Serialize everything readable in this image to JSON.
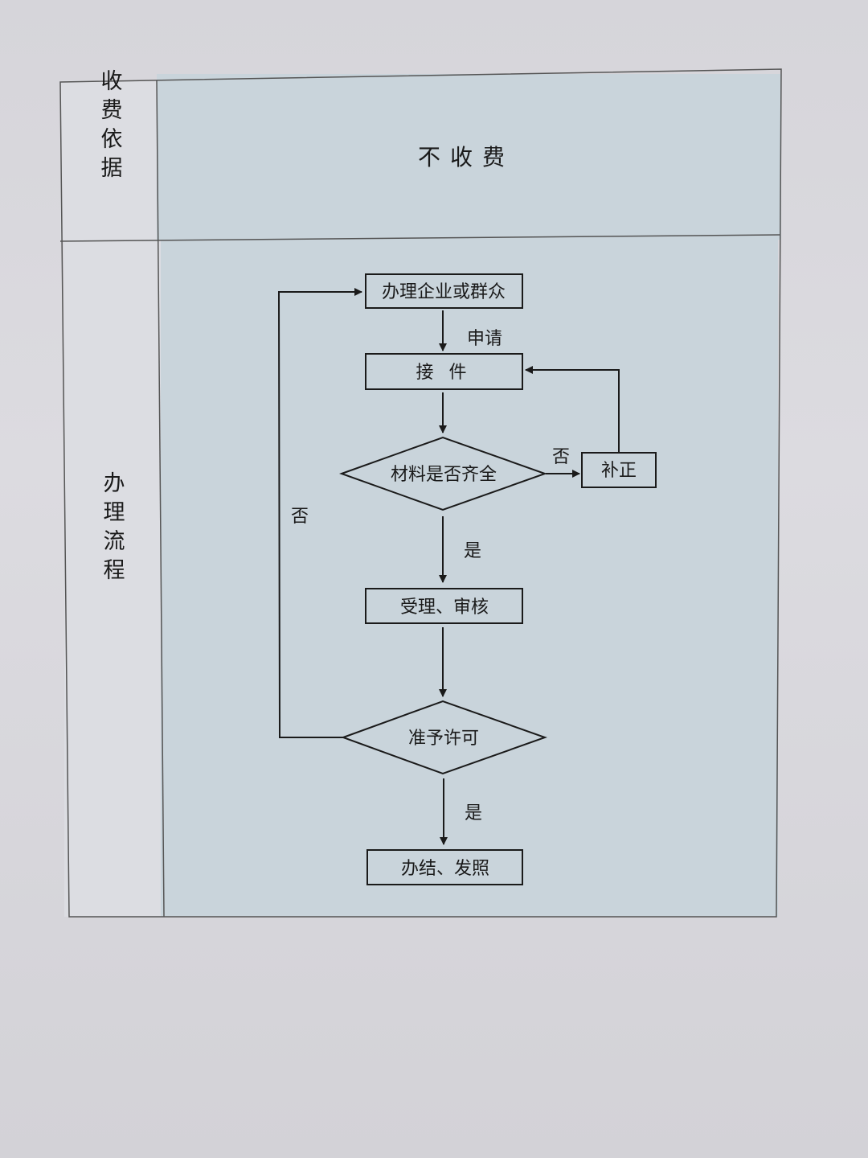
{
  "table": {
    "row1": {
      "header": "收费依据",
      "content": "不收费"
    },
    "row2": {
      "header": "办理流程"
    }
  },
  "flowchart": {
    "nodes": {
      "applicant": "办理企业或群众",
      "receive": "接 件",
      "check": "材料是否齐全",
      "supplement": "补正",
      "review": "受理、审核",
      "permit": "准予许可",
      "finish": "办结、发照"
    },
    "edges": {
      "apply": "申请",
      "incomplete": "否",
      "complete": "是",
      "denied": "否",
      "approved": "是"
    }
  },
  "colors": {
    "cell_fill": "#c9d4db",
    "line": "#1a1a1a"
  }
}
